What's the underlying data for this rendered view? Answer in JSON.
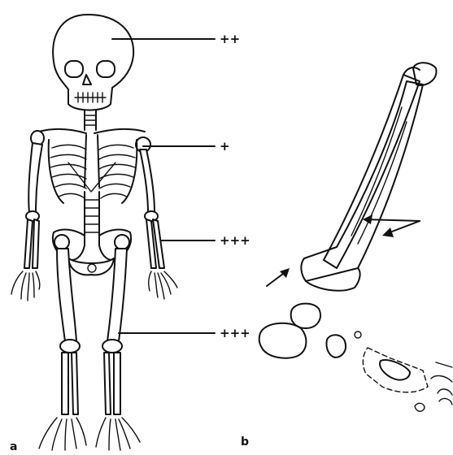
{
  "figure": {
    "panel_a": {
      "letter": "a",
      "markers": [
        {
          "id": "skull",
          "label": "++"
        },
        {
          "id": "shoulder",
          "label": "+"
        },
        {
          "id": "forearm",
          "label": "+++"
        },
        {
          "id": "leg",
          "label": "+++"
        }
      ]
    },
    "panel_b": {
      "letter": "b"
    },
    "colors": {
      "ink": "#111111",
      "background": "#ffffff"
    }
  }
}
